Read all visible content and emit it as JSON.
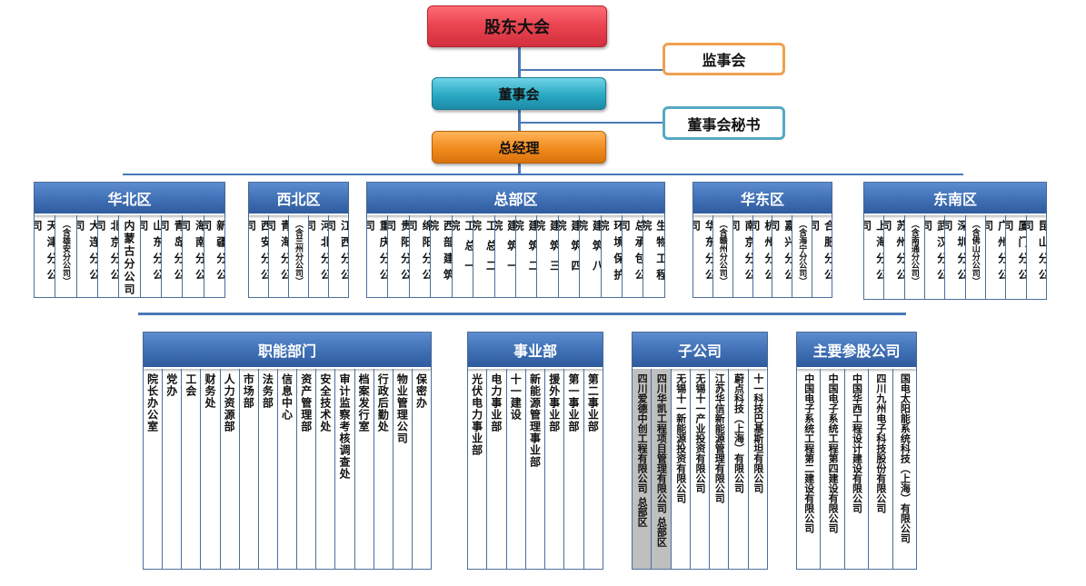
{
  "top": {
    "shareholders": "股东大会",
    "supervisors": "监事会",
    "board": "董事会",
    "secretary": "董事会秘书",
    "gm": "总经理"
  },
  "regions": [
    {
      "name": "华北区",
      "items": [
        {
          "t": "天津分公司"
        },
        {
          "t": "",
          "s": "（含雄安分公司）"
        },
        {
          "t": "大连分公司"
        },
        {
          "t": "北京分公司"
        },
        {
          "t": "内蒙古分公司"
        },
        {
          "t": "山东分公司"
        },
        {
          "t": "青岛分公司"
        },
        {
          "t": "海南分公司"
        },
        {
          "t": "新疆分公司"
        }
      ]
    },
    {
      "name": "西北区",
      "items": [
        {
          "t": "西安分公司"
        },
        {
          "t": "青海分公司"
        },
        {
          "t": "",
          "s": "（含兰州分公司）"
        },
        {
          "t": "河北分公司"
        },
        {
          "t": "江西分公司"
        }
      ]
    },
    {
      "name": "总部区",
      "items": [
        {
          "t": "重庆分公司"
        },
        {
          "t": "贵阳分公司"
        },
        {
          "t": "绵阳分公司"
        },
        {
          "t": "西部建筑院"
        },
        {
          "t": "工总一院"
        },
        {
          "t": "工总二院"
        },
        {
          "t": "建筑一院"
        },
        {
          "t": "建筑二院"
        },
        {
          "t": "建筑三院"
        },
        {
          "t": "建筑四院"
        },
        {
          "t": "建筑八院"
        },
        {
          "t": "环境保护院"
        },
        {
          "t": "总承包公司"
        },
        {
          "t": "生物工程院"
        }
      ]
    },
    {
      "name": "华东区",
      "items": [
        {
          "t": "华东分公司"
        },
        {
          "t": "",
          "s": "（含赣州分公司）"
        },
        {
          "t": "南京分公司"
        },
        {
          "t": "杭州分公司"
        },
        {
          "t": "嘉兴分公司"
        },
        {
          "t": "",
          "s": "（含海宁分公司）"
        },
        {
          "t": "合肥分公司"
        }
      ]
    },
    {
      "name": "东南区",
      "items": [
        {
          "t": "上海分公司"
        },
        {
          "t": "苏州分公司"
        },
        {
          "t": "",
          "s": "（含南通分公司）"
        },
        {
          "t": "武汉分公司"
        },
        {
          "t": "深圳分公司"
        },
        {
          "t": "",
          "s": "（含佛山分公司）"
        },
        {
          "t": "广州分公司"
        },
        {
          "t": "厦门分公司"
        },
        {
          "t": "昆山分公司"
        }
      ]
    }
  ],
  "departments": [
    {
      "name": "职能部门",
      "items": [
        "院长办公室",
        "党办",
        "工会",
        "财务处",
        "人力资源部",
        "市场部",
        "法务部",
        "信息中心",
        "资产管理部",
        "安全技术处",
        "审计监察考核调查处",
        "档案发行室",
        "行政后勤处",
        "物业管理公司",
        "保密办"
      ]
    },
    {
      "name": "事业部",
      "items": [
        "光伏电力事业部",
        "电力事业部",
        "十一建设",
        "新能源管理事业部",
        "援外事业部",
        "第一事业部",
        "第二事业部"
      ]
    },
    {
      "name": "子公司",
      "items": [
        "四川爱德中创工程有限公司 总部区",
        "四川华凯工程项目管理有限公司 总部区",
        "无锡十一新能源投资有限公司",
        "无锡十一产业投资有限公司",
        "江苏华信新能源管理有限公司",
        "蔚点科技（上海）有限公司",
        "十一科技巴基斯坦有限公司"
      ]
    },
    {
      "name": "主要参股公司",
      "items": [
        "中国电子系统工程第二建设有限公司",
        "中国电子系统工程第四建设有限公司",
        "中国华西工程设计建设有限公司",
        "四川九州电子科技股份有限公司",
        "国电太阳能系统科技（上海）有限公司"
      ]
    }
  ],
  "colors": {
    "shareholders": "#e8434f",
    "board": "#2aa9c4",
    "gm": "#f08a1c",
    "supervisors_border": "#f0a050",
    "secretary_border": "#55a9c4",
    "header": "#3f6fb4",
    "line": "#4a78b8",
    "highlight": "#bfbfbf"
  }
}
